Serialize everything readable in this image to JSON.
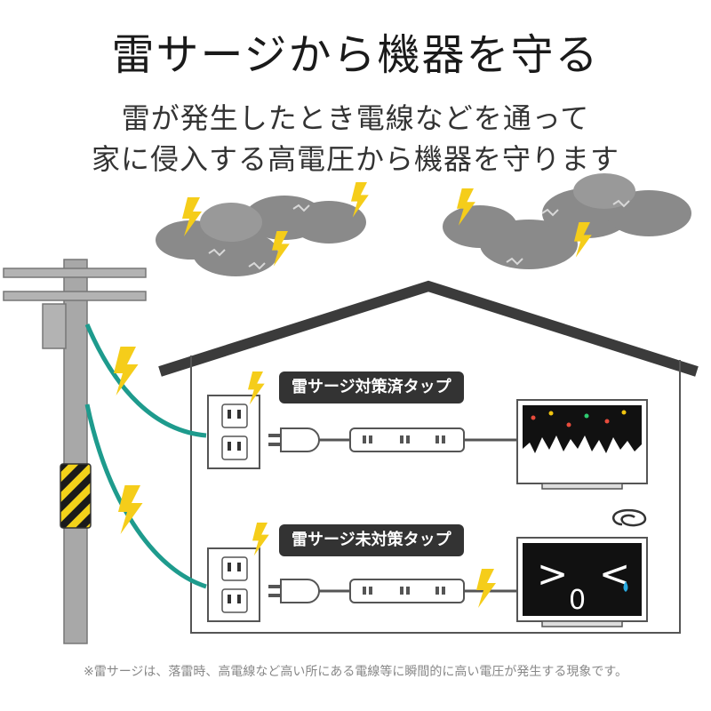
{
  "title": "雷サージから機器を守る",
  "subtitle": {
    "line1": "雷が発生したとき電線などを通って",
    "line2": "家に侵入する高電圧から機器を守ります"
  },
  "labels": {
    "protected": "雷サージ対策済タップ",
    "unprotected": "雷サージ未対策タップ"
  },
  "broken_tv_face": {
    "left_eye": ">",
    "right_eye": "<",
    "mouth": "0"
  },
  "footnote": "※雷サージは、落雷時、高電線など高い所にある電線等に瞬間的に高い電圧が発生する現象です。",
  "colors": {
    "wire": "#1e9b8d",
    "lightning": "#f5cd1a",
    "cloud": "#8a8a8a",
    "roof": "#3b3b3b",
    "pole": "#a8a8a8",
    "label_bg": "#333333",
    "tear": "#29a9e0"
  }
}
